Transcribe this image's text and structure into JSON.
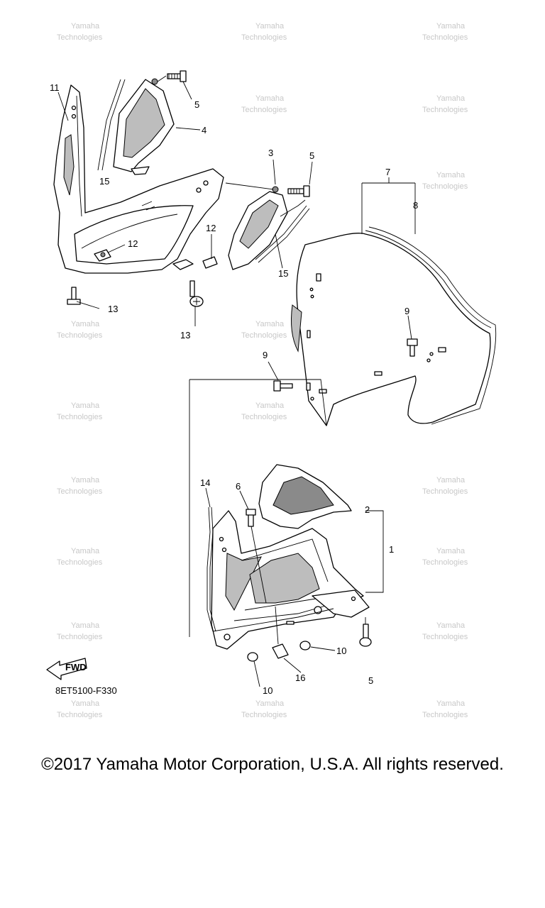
{
  "watermark": {
    "line1": "Yamaha",
    "line2": "Technologies"
  },
  "callouts": {
    "c11": "11",
    "c15a": "15",
    "c4": "4",
    "c5a": "5",
    "c3": "3",
    "c5b": "5",
    "c12a": "12",
    "c12b": "12",
    "c15b": "15",
    "c13a": "13",
    "c13b": "13",
    "c7": "7",
    "c8": "8",
    "c9a": "9",
    "c9b": "9",
    "c14": "14",
    "c6": "6",
    "c2": "2",
    "c1": "1",
    "c10a": "10",
    "c10b": "10",
    "c16": "16",
    "c5c": "5"
  },
  "fwd_label": "FWD",
  "diagram_code": "8ET5100-F330",
  "copyright": "©2017 Yamaha Motor Corporation, U.S.A. All rights reserved."
}
